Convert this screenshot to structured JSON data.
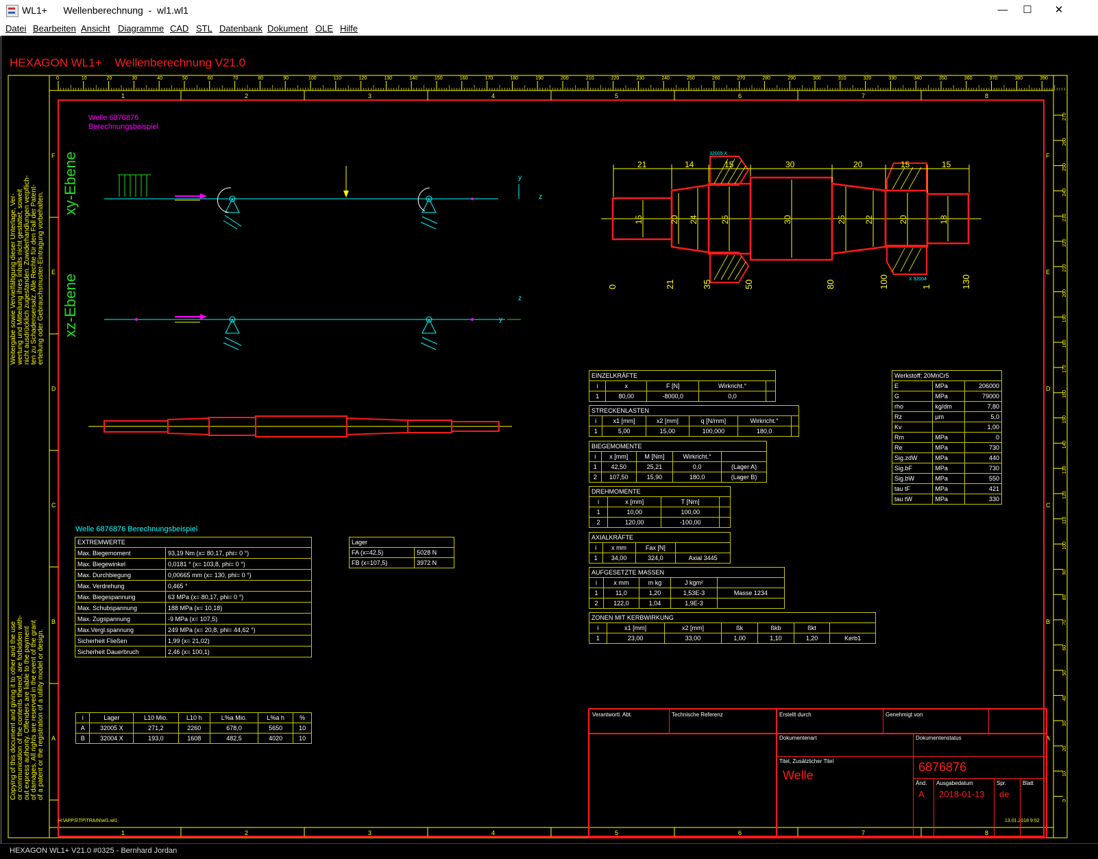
{
  "window": {
    "app_name": "WL1+",
    "title": "Wellenberechnung",
    "file": "wl1.wl1",
    "minimize": "—",
    "maximize": "☐",
    "close": "✕"
  },
  "menu": [
    "Datei",
    "Bearbeiten",
    "Ansicht",
    "Diagramme",
    "CAD",
    "STL",
    "Datenbank",
    "Dokument",
    "OLE",
    "Hilfe"
  ],
  "header": {
    "brand": "HEXAGON   WL1+",
    "program": "Wellenberechnung  V21.0"
  },
  "ruler": {
    "top": [
      "0",
      "10",
      "20",
      "30",
      "40",
      "50",
      "60",
      "70",
      "80",
      "90",
      "100",
      "110",
      "120",
      "130",
      "140",
      "150",
      "160",
      "170",
      "180",
      "190",
      "200",
      "210",
      "220",
      "230",
      "240",
      "250",
      "260",
      "270",
      "280",
      "290",
      "300",
      "310",
      "320",
      "330",
      "340",
      "350",
      "360",
      "370",
      "380",
      "390"
    ],
    "right": [
      "270",
      "260",
      "250",
      "240",
      "230",
      "220",
      "210",
      "200",
      "190",
      "180",
      "170",
      "160",
      "150",
      "140",
      "130",
      "120",
      "110",
      "100",
      "90",
      "80",
      "70",
      "60",
      "50",
      "40",
      "30",
      "20",
      "10",
      "0"
    ],
    "cols": [
      "1",
      "2",
      "3",
      "4",
      "5",
      "6",
      "7",
      "8"
    ],
    "rows": [
      "F",
      "E",
      "D",
      "C",
      "B",
      "A"
    ]
  },
  "shaft": {
    "name": "Welle  6876876",
    "description": "Berechnungsbeispiel"
  },
  "planes": {
    "xy": "xy-Ebene",
    "xz": "xz-Ebene"
  },
  "axes": {
    "y": "y",
    "z": "z"
  },
  "side_notes": {
    "de": [
      "Weitergabe sowie Vervielfältigung dieser Unterlage, Ver-",
      "wertung und Mitteilung ihres Inhalts nicht gestattet, soweit",
      "nicht ausdrücklich zugestanden. Zuwiderhandlungen verpflich-",
      "ten zu Schadensersatz. Alle Rechte für den Fall der Patent-",
      "erteilung oder Gebrauchsmuster-Eintragung vorbehalten."
    ],
    "en": [
      "Copying of this document and giving it to other and the use",
      "or communication of the contents thereof, are forbidden with-",
      "out express authority. Offenders are liable to the payment",
      "of damages. All rights are reserved in the event of the grant",
      "of a patent or the registration of a utility model or design."
    ]
  },
  "drawing": {
    "top_dims": [
      "21",
      "14",
      "15",
      "30",
      "20",
      "15",
      "15"
    ],
    "diameters": [
      "15",
      "20",
      "24",
      "25",
      "30",
      "25",
      "22",
      "20",
      "18"
    ],
    "positions": [
      "0",
      "21",
      "35",
      "50",
      "80",
      "100",
      "1",
      "130"
    ],
    "bearing_a": "32005 X",
    "bearing_b": "X 32004"
  },
  "summary": {
    "title": "Welle 6876876  Berechnungsbeispiel",
    "extreme": {
      "header": "EXTREMWERTE",
      "rows": [
        [
          "Max. Biegemoment",
          "93,19 Nm  (x= 80,17, phi= 0 °)"
        ],
        [
          "Max. Biegewinkel",
          "0,0181 °  (x= 103,8, phi= 0 °)"
        ],
        [
          "Max. Durchbiegung",
          "0,00665 mm  (x= 130, phi= 0 °)"
        ],
        [
          "Max. Verdrehung",
          "0,465 °"
        ],
        [
          "Max. Biegespannung",
          " 63 MPa  (x= 80,17, phi= 0 °)"
        ],
        [
          "Max. Schubspannung",
          " 188 MPa (x= 10,18)"
        ],
        [
          "Max. Zugspannung",
          "  -9 MPa  (x= 107,5)"
        ],
        [
          "Max.Vergl.spannung",
          " 249 MPa  (x= 20,8, phi= 44,62 °)"
        ],
        [
          "Sicherheit Fließen",
          "   1,99 (x= 21,02)"
        ],
        [
          "Sicherheit Dauerbruch",
          "   2,46 (x= 100,1)"
        ]
      ]
    },
    "lager": {
      "header": "Lager",
      "rows": [
        [
          "FA (x=42,5)",
          "5028 N"
        ],
        [
          "FB (x=107,5)",
          "3972 N"
        ]
      ]
    },
    "life": {
      "cols": [
        "i",
        "Lager",
        "L10 Mio.",
        "L10 h",
        "L%a Mio.",
        "L%a h",
        "%"
      ],
      "rows": [
        [
          "A",
          "32005 X",
          "271,2",
          "2260",
          "678,0",
          "5650",
          "10"
        ],
        [
          "B",
          "32004 X",
          "193,0",
          "1608",
          "482,5",
          "4020",
          "10"
        ]
      ]
    }
  },
  "loads": {
    "einzel": {
      "title": "EINZELKRÄFTE",
      "cols": [
        "i",
        "x",
        "F [N]",
        "Wirkricht.°",
        ""
      ],
      "rows": [
        [
          "1",
          "80,00",
          "-8000,0",
          "0,0",
          ""
        ]
      ]
    },
    "strecken": {
      "title": "STRECKENLASTEN",
      "cols": [
        "i",
        "x1 [mm]",
        "x2 [mm]",
        "q [N/mm]",
        "Wirkricht.°",
        ""
      ],
      "rows": [
        [
          "1",
          "5,00",
          "15,00",
          "100,000",
          "180,0",
          ""
        ]
      ]
    },
    "biege": {
      "title": "BIEGEMOMENTE",
      "cols": [
        "i",
        "x [mm]",
        "M [Nm]",
        "Wirkricht.°",
        ""
      ],
      "rows": [
        [
          "1",
          "42,50",
          "25,21",
          "0,0",
          "(Lager A)"
        ],
        [
          "2",
          "107,50",
          "15,90",
          "180,0",
          "(Lager B)"
        ]
      ]
    },
    "dreh": {
      "title": "DREHMOMENTE",
      "cols": [
        "i",
        "x [mm]",
        "T [Nm]",
        ""
      ],
      "rows": [
        [
          "1",
          "10,00",
          "100,00",
          ""
        ],
        [
          "2",
          "120,00",
          "-100,00",
          ""
        ]
      ]
    },
    "axial": {
      "title": "AXIALKRÄFTE",
      "cols": [
        "i",
        "x mm",
        "Fax [N]",
        ""
      ],
      "rows": [
        [
          "1",
          "34,00",
          "324,0",
          "Axial 3445"
        ]
      ]
    },
    "massen": {
      "title": "AUFGESETZTE MASSEN",
      "cols": [
        "i",
        "x mm",
        "m kg",
        "J kgm²",
        ""
      ],
      "rows": [
        [
          "1",
          "11,0",
          "1,20",
          "1,53E-3",
          "Masse 1234"
        ],
        [
          "2",
          "122,0",
          "1,04",
          "1,9E-3",
          ""
        ]
      ]
    },
    "kerb": {
      "title": "ZONEN MIT KERBWIRKUNG",
      "cols": [
        "i",
        "x1 [mm]",
        "x2 [mm]",
        "ßk",
        "ßkb",
        "ßkt",
        ""
      ],
      "rows": [
        [
          "1",
          "23,00",
          "33,00",
          "1,00",
          "1,10",
          "1,20",
          "Kerb1"
        ]
      ]
    }
  },
  "material": {
    "title": "Werkstoff: 20MnCr5",
    "rows": [
      [
        "E",
        "MPa",
        "206000"
      ],
      [
        "G",
        "MPa",
        "79000"
      ],
      [
        "rho",
        "kg/dm",
        "7,80"
      ],
      [
        "Rz",
        "µm",
        "5,0"
      ],
      [
        "Kv",
        "",
        "1,00"
      ],
      [
        "Rm",
        "MPa",
        "0"
      ],
      [
        "Re",
        "MPa",
        "730"
      ],
      [
        "Sig.zdW",
        "MPa",
        "440"
      ],
      [
        "Sig.bF",
        "MPa",
        "730"
      ],
      [
        "Sig.bW",
        "MPa",
        "550"
      ],
      [
        "tau tF",
        "MPa",
        "421"
      ],
      [
        "tau tW",
        "MPa",
        "330"
      ]
    ]
  },
  "titleblock": {
    "verantw": "Verantwortl. Abt.",
    "techref": "Technische Referenz",
    "erstellt": "Erstellt durch",
    "genehmigt": "Genehmigt von",
    "dokart": "Dokumentenart",
    "dokstatus": "Dokumentenstatus",
    "titel_label": "Titel, Zusätzlicher Titel",
    "titel": "Welle",
    "number": "6876876",
    "aend": "Änd.",
    "ausgabe": "Ausgabedatum",
    "spr": "Spr.",
    "blatt": "Blatt",
    "aend_val": "A",
    "date": "2018-01-13",
    "lang": "de"
  },
  "footer": {
    "path": "H:\\APPS\\TP\\TRAIN\\wl1.wl1",
    "timestamp": "13.01.2018 9:52"
  },
  "status": "HEXAGON  WL1+ V21.0 #0325 - Bernhard Jordan",
  "colors": {
    "frame": "#ff1a1a",
    "yellow": "#ffff00",
    "green": "#22dd22",
    "cyan": "#00ffff",
    "magenta": "#ff00ff"
  }
}
